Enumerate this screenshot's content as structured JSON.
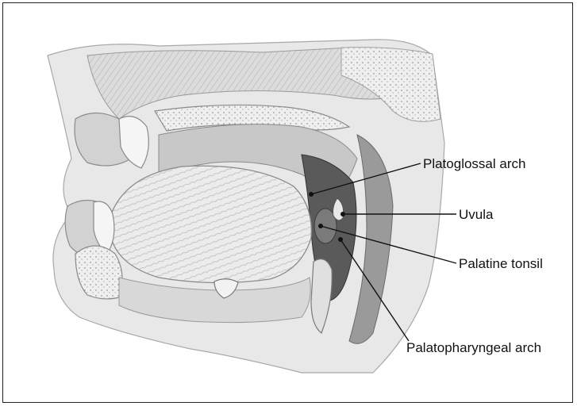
{
  "labels": {
    "platoglossal_arch": "Platoglossal arch",
    "uvula": "Uvula",
    "palatine_tonsil": "Palatine tonsil",
    "palatopharyngeal_arch": "Palatopharyngeal arch"
  },
  "colors": {
    "line": "#111111",
    "frame": "#222222",
    "tissue_light": "#e6e6e6",
    "tissue_mid": "#bdbdbd",
    "tissue_dark": "#6e6e6e",
    "cavity_dark": "#3a3a3a"
  }
}
